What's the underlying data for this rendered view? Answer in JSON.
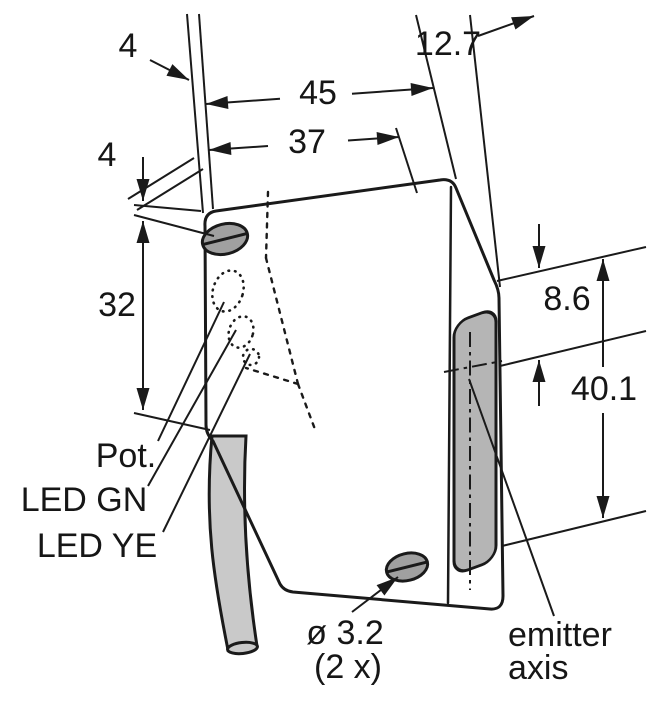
{
  "drawing": {
    "colors": {
      "body": "#a7a7a7",
      "lens": "#b5b5b5",
      "cable": "#c9c9c9",
      "screw": "#a0a0a0"
    },
    "dims": {
      "edge_offset_top": "4",
      "width": "45",
      "hole_span": "37",
      "depth": "12.7",
      "edge_offset_left": "4",
      "height_upper": "32",
      "axis_offset": "8.6",
      "axis_height": "40.1"
    },
    "labels": {
      "pot": "Pot.",
      "led_gn": "LED GN",
      "led_ye": "LED YE",
      "hole_dia": "ø 3.2",
      "hole_qty": "(2 x)",
      "emitter1": "emitter",
      "emitter2": "axis"
    }
  }
}
